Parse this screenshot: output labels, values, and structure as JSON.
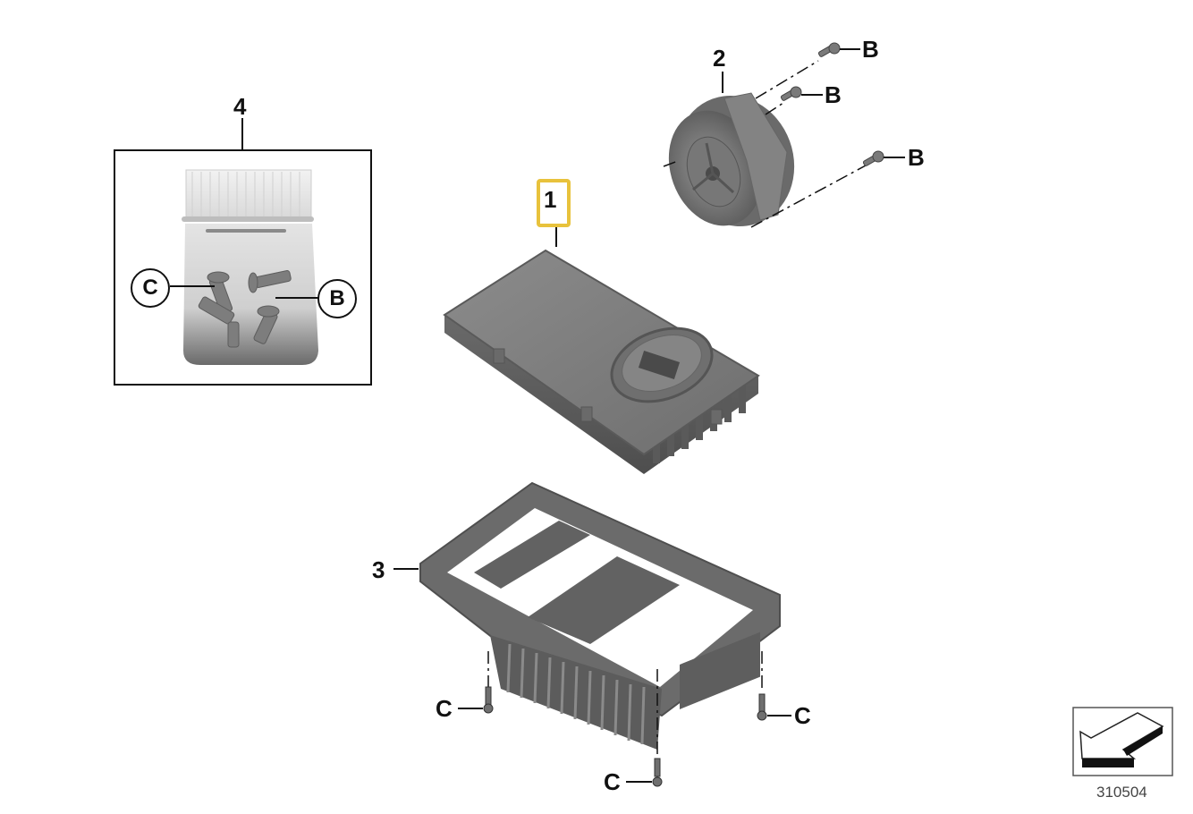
{
  "diagram": {
    "type": "exploded parts diagram",
    "part_color": "#7a7a7a",
    "highlight_color": "#e8c23c",
    "parts": [
      {
        "id": "1",
        "label": "1",
        "description": "control unit housing with round connector and heat sink fins",
        "highlighted": true
      },
      {
        "id": "2",
        "label": "2",
        "description": "fan"
      },
      {
        "id": "3",
        "label": "3",
        "description": "bracket / holder tray with finned side"
      },
      {
        "id": "4",
        "label": "4",
        "description": "screw kit in bag"
      }
    ],
    "fasteners": {
      "B": {
        "label": "B",
        "count_on_fan": 3
      },
      "C": {
        "label": "C",
        "count_on_bracket": 3
      }
    },
    "kit_callouts": [
      {
        "label": "C",
        "position": "left"
      },
      {
        "label": "B",
        "position": "right"
      }
    ],
    "reference_number": "310504",
    "direction_icon": "arrow-down-left-icon"
  }
}
